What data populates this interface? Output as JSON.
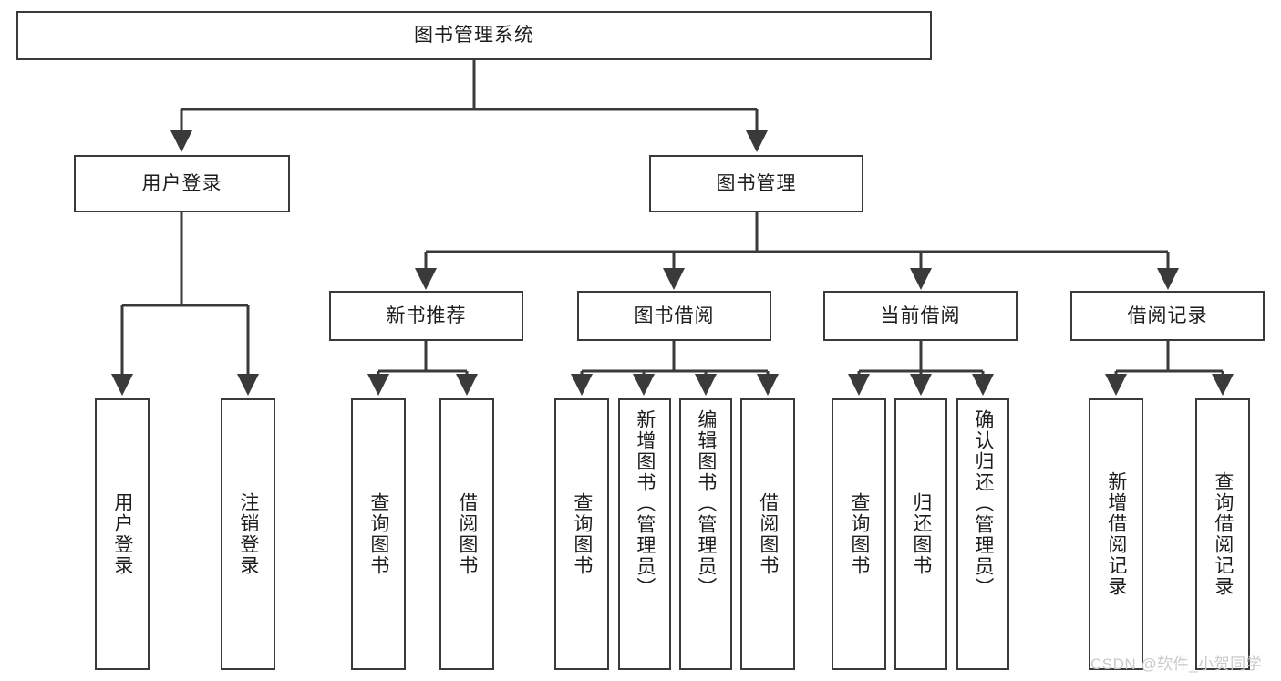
{
  "diagram": {
    "title_node": {
      "label": "图书管理系统"
    },
    "level2": [
      {
        "label": "用户登录"
      },
      {
        "label": "图书管理"
      }
    ],
    "level3": [
      {
        "label": "新书推荐"
      },
      {
        "label": "图书借阅"
      },
      {
        "label": "当前借阅"
      },
      {
        "label": "借阅记录"
      }
    ],
    "leaves_user_login": [
      {
        "label": "用户登录"
      },
      {
        "label": "注销登录"
      }
    ],
    "leaves_new_book": [
      {
        "label": "查询图书"
      },
      {
        "label": "借阅图书"
      }
    ],
    "leaves_borrow": [
      {
        "label": "查询图书"
      },
      {
        "label": "新增图书（管理员）"
      },
      {
        "label": "编辑图书（管理员）"
      },
      {
        "label": "借阅图书"
      }
    ],
    "leaves_current": [
      {
        "label": "查询图书"
      },
      {
        "label": "归还图书"
      },
      {
        "label": "确认归还（管理员）"
      }
    ],
    "leaves_records": [
      {
        "label": "新增借阅记录"
      },
      {
        "label": "查询借阅记录"
      }
    ]
  },
  "watermark": {
    "text": "CSDN @软件_小贺同学"
  },
  "colors": {
    "stroke": "#3a3a3a",
    "text": "#1d1d1d",
    "background": "#ffffff",
    "watermark": "#c9c9c9"
  }
}
